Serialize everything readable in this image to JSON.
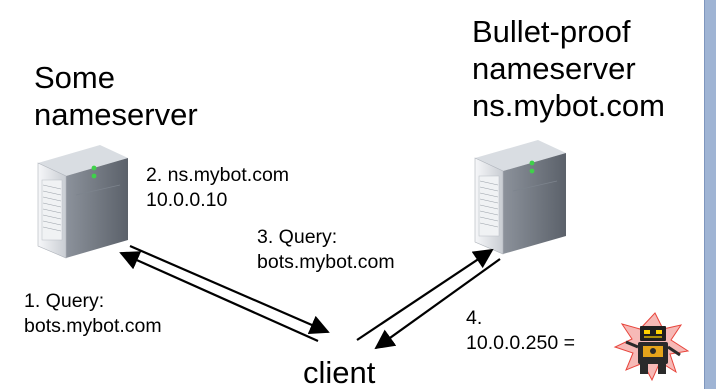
{
  "left_server": {
    "label": "Some\nnameserver"
  },
  "right_server": {
    "label": "Bullet-proof\nnameserver\nns.mybot.com"
  },
  "client": {
    "label": "client"
  },
  "steps": {
    "s1": "1. Query:\nbots.mybot.com",
    "s2": "2. ns.mybot.com\n10.0.0.10",
    "s3": "3. Query:\nbots.mybot.com",
    "s4": "4.\n10.0.0.250 ="
  },
  "colors": {
    "arrow": "#000000",
    "scrollbar": "#9fb4d4",
    "server_body": "#e8ebef",
    "robot_glow": "#e8453c"
  },
  "icons": {
    "server": "server-tower-icon",
    "bot": "robot-icon"
  }
}
